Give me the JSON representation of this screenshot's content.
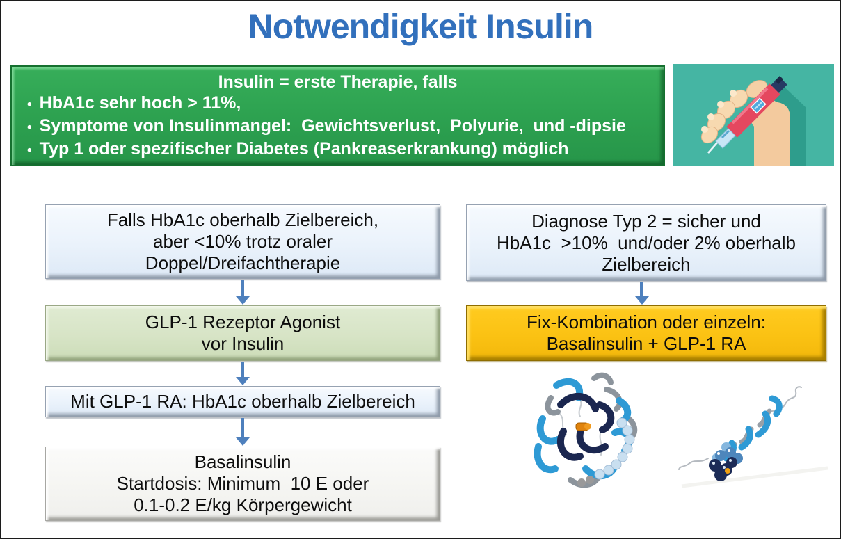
{
  "slide": {
    "title": "Notwendigkeit Insulin"
  },
  "banner": {
    "header": "Insulin = erste Therapie, falls",
    "bullet_glyph": "•",
    "bullets": [
      "HbA1c sehr hoch > 11%,",
      "Symptome von Insulinmangel:  Gewichtsverlust,  Polyurie,  und -dipsie",
      "Typ 1 oder spezifischer Diabetes (Pankreaserkrankung) möglich"
    ]
  },
  "flow": {
    "left": [
      {
        "name": "condition-oral-therapy",
        "lines": [
          "Falls HbA1c oberhalb Zielbereich,",
          "aber <10% trotz oraler",
          "Doppel/Dreifachtherapie"
        ]
      },
      {
        "name": "glp1-before-insulin",
        "lines": [
          "GLP-1 Rezeptor Agonist",
          "vor Insulin"
        ]
      },
      {
        "name": "glp1-above-target",
        "lines": [
          "Mit GLP-1 RA: HbA1c oberhalb Zielbereich"
        ]
      },
      {
        "name": "basalinsulin-start",
        "lines": [
          "Basalinsulin",
          "Startdosis: Minimum  10 E oder",
          "0.1-0.2 E/kg Körpergewicht"
        ]
      }
    ],
    "right": [
      {
        "name": "diagnose-typ2",
        "lines": [
          "Diagnose Typ 2 = sicher und",
          "HbA1c  >10%  und/oder 2% oberhalb",
          "Zielbereich"
        ]
      },
      {
        "name": "fix-kombination",
        "lines": [
          "Fix-Kombination oder einzeln:",
          "Basalinsulin + GLP-1 RA"
        ]
      }
    ]
  },
  "icons": {
    "hand_pen": "hand-holding-insulin-pen-icon",
    "figure_left": "insulin-hexamer-structure",
    "figure_right": "glp1-peptide-structure"
  },
  "colors": {
    "title_blue": "#3270BC",
    "banner_green": "#2EA351",
    "icon_teal": "#45B5A3",
    "box_blue": "#EAF2FB",
    "box_sage": "#D7E4C6",
    "box_gold": "#FBC213",
    "box_white": "#F5F5F2",
    "arrow_blue": "#4E80BD"
  }
}
